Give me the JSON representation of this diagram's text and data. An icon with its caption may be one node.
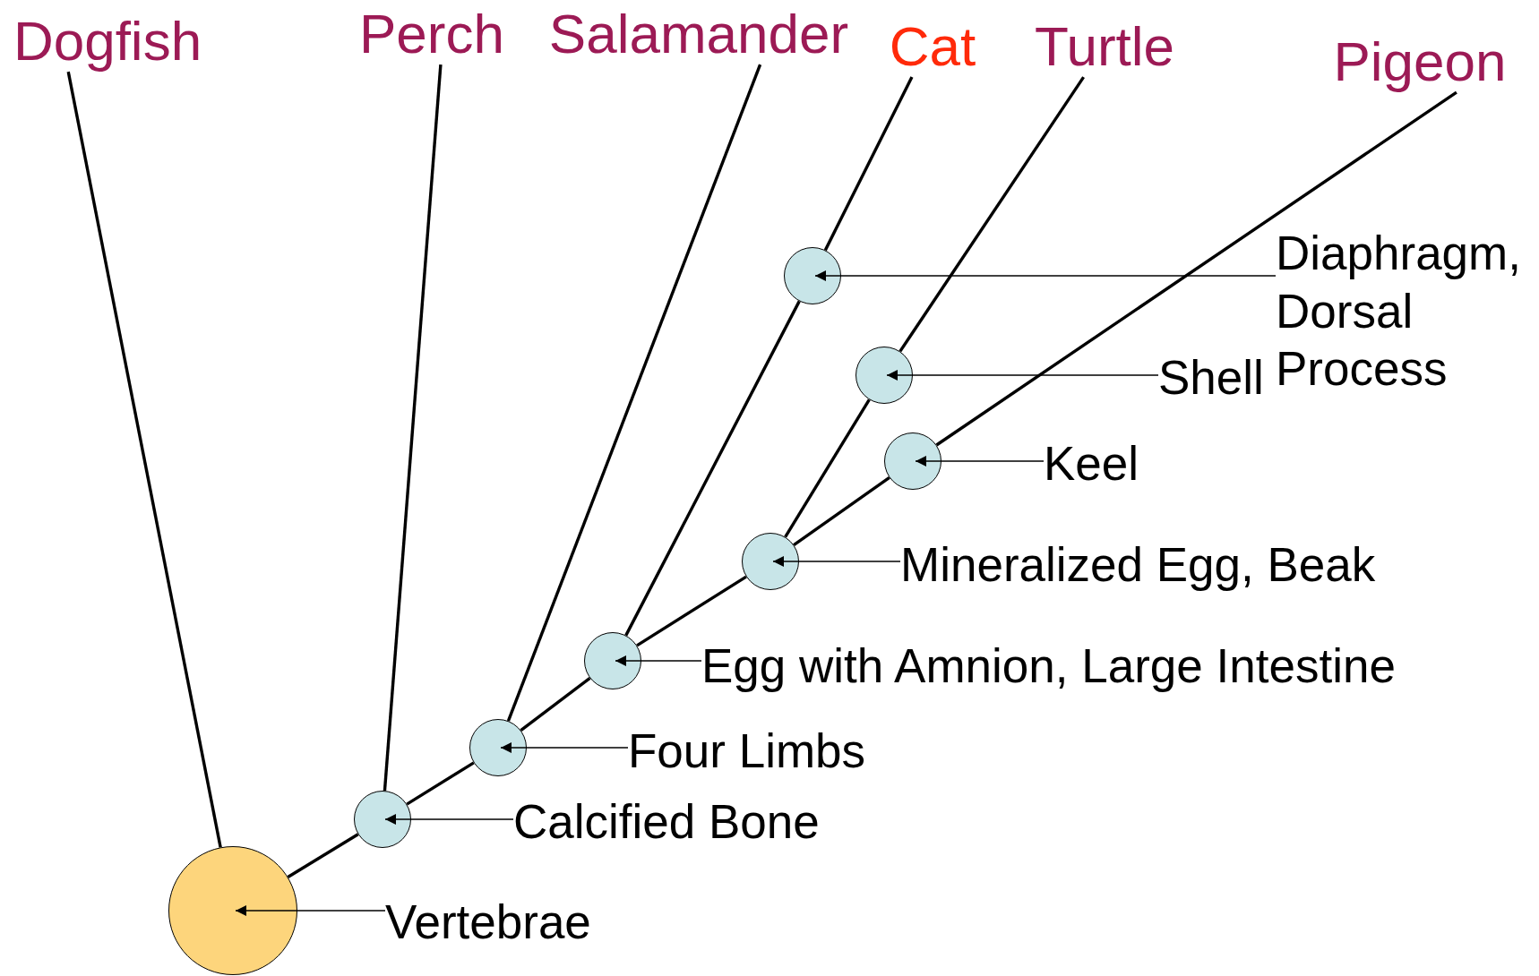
{
  "diagram": {
    "nodes": [
      {
        "text": [
          "Dogfish"
        ]
      },
      {
        "text": [
          "Perch"
        ]
      },
      {
        "text": [
          "Salamander"
        ]
      },
      {
        "text": [
          "Cat"
        ]
      },
      {
        "text": [
          "Turtle"
        ]
      },
      {
        "text": [
          "Pigeon"
        ]
      },
      {
        "text": [],
        "shape": "circle"
      },
      {
        "text": [
          "Diaphragm, Dorsal Process"
        ]
      },
      {
        "text": [],
        "shape": "circle"
      },
      {
        "text": [
          "Shell"
        ]
      },
      {
        "text": [],
        "shape": "circle"
      },
      {
        "text": [
          "Keel"
        ]
      },
      {
        "text": [],
        "shape": "circle"
      },
      {
        "text": [
          "Mineralized Egg, Beak"
        ]
      },
      {
        "text": [],
        "shape": "circle"
      },
      {
        "text": [
          "Egg with Amnion, Large Intestine"
        ]
      },
      {
        "text": [],
        "shape": "circle"
      },
      {
        "text": [
          "Four Limbs"
        ]
      },
      {
        "text": [],
        "shape": "circle"
      },
      {
        "text": [
          "Calcified Bone"
        ]
      },
      {
        "text": [],
        "shape": "circle"
      },
      {
        "text": [
          "Vertebrae"
        ]
      }
    ],
    "edges": [
      {
        "from": 20,
        "to": 0,
        "arrow": "none"
      },
      {
        "from": 20,
        "to": 18,
        "arrow": "none"
      },
      {
        "from": 18,
        "to": 1,
        "arrow": "none"
      },
      {
        "from": 18,
        "to": 16,
        "arrow": "none"
      },
      {
        "from": 16,
        "to": 2,
        "arrow": "none"
      },
      {
        "from": 16,
        "to": 14,
        "arrow": "none"
      },
      {
        "from": 14,
        "to": 6,
        "arrow": "none"
      },
      {
        "from": 6,
        "to": 3,
        "arrow": "none"
      },
      {
        "from": 14,
        "to": 12,
        "arrow": "none"
      },
      {
        "from": 12,
        "to": 8,
        "arrow": "none"
      },
      {
        "from": 8,
        "to": 4,
        "arrow": "none"
      },
      {
        "from": 12,
        "to": 10,
        "arrow": "none"
      },
      {
        "from": 10,
        "to": 5,
        "arrow": "none"
      },
      {
        "from": 7,
        "to": 6,
        "arrow": "to"
      },
      {
        "from": 9,
        "to": 8,
        "arrow": "to"
      },
      {
        "from": 11,
        "to": 10,
        "arrow": "to"
      },
      {
        "from": 13,
        "to": 12,
        "arrow": "to"
      },
      {
        "from": 15,
        "to": 14,
        "arrow": "to"
      },
      {
        "from": 17,
        "to": 16,
        "arrow": "to"
      },
      {
        "from": 19,
        "to": 18,
        "arrow": "to"
      },
      {
        "from": 21,
        "to": 20,
        "arrow": "to"
      }
    ]
  }
}
